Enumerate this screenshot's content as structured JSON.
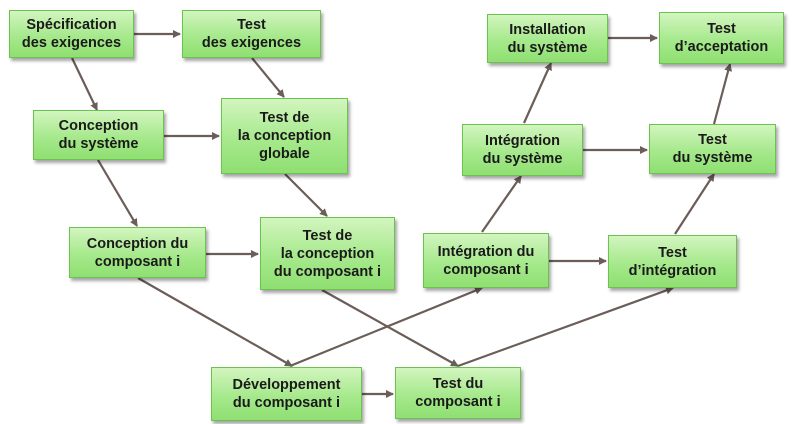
{
  "nodes": {
    "spec_exigences": "Spécification\ndes exigences",
    "test_exigences": "Test\ndes exigences",
    "conception_systeme": "Conception\ndu système",
    "test_conception_globale": "Test de\nla conception\nglobale",
    "conception_composant": "Conception du\ncomposant i",
    "test_conception_composant": "Test de\nla conception\ndu composant i",
    "developpement_composant": "Développement\ndu composant i",
    "test_composant": "Test du\ncomposant i",
    "integration_composant": "Intégration du\ncomposant i",
    "test_integration": "Test\nd’intégration",
    "integration_systeme": "Intégration\ndu système",
    "test_systeme": "Test\ndu système",
    "installation_systeme": "Installation\ndu système",
    "test_acceptation": "Test\nd’acceptation"
  },
  "colors": {
    "box_fill": "#a6e98c",
    "box_border": "#6cc24f",
    "arrow": "#6b5d58"
  }
}
